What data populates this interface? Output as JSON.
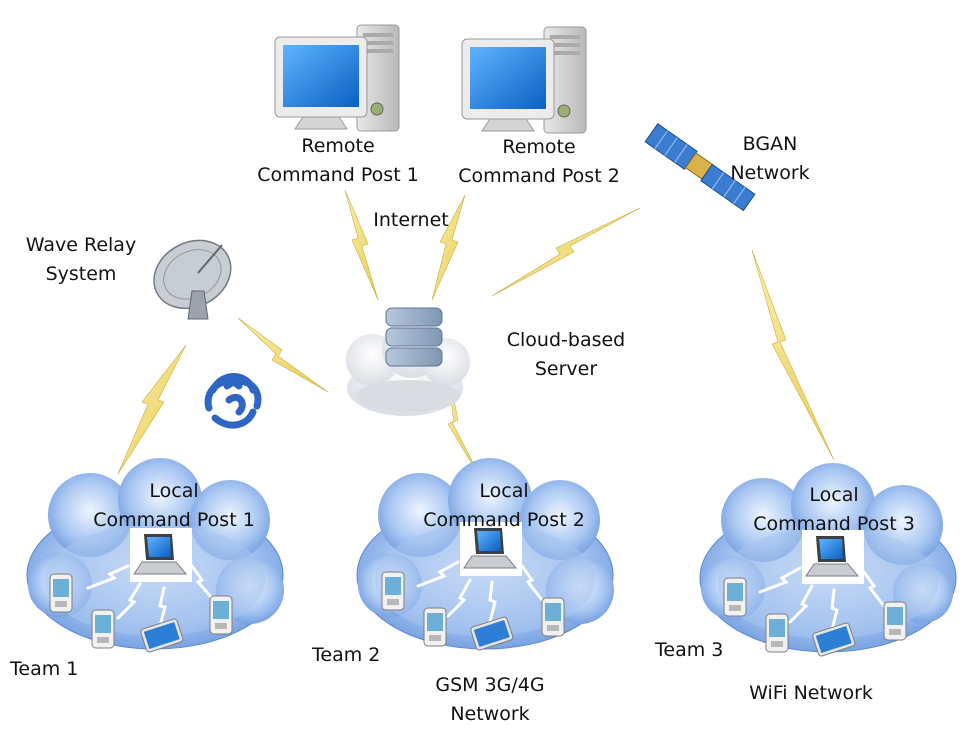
{
  "nodes": {
    "remote_cp1": {
      "line1": "Remote",
      "line2": "Command Post 1"
    },
    "remote_cp2": {
      "line1": "Remote",
      "line2": "Command Post 2"
    },
    "bgan": {
      "line1": "BGAN",
      "line2": "Network"
    },
    "internet": {
      "label": "Internet"
    },
    "wave_relay": {
      "line1": "Wave Relay",
      "line2": "System"
    },
    "cloud_server": {
      "line1": "Cloud-based",
      "line2": "Server"
    },
    "local_cp1": {
      "line1": "Local",
      "line2": "Command Post 1"
    },
    "local_cp2": {
      "line1": "Local",
      "line2": "Command Post 2"
    },
    "local_cp3": {
      "line1": "Local",
      "line2": "Command Post 3"
    }
  },
  "teams": {
    "team1": "Team 1",
    "team2": "Team 2",
    "team3": "Team 3"
  },
  "networks": {
    "gsm": {
      "line1": "GSM 3G/4G",
      "line2": "Network"
    },
    "wifi": "WiFi Network"
  },
  "colors": {
    "cloud_blue": "#7fa8e6",
    "lightning": "#f2dc68",
    "monitor_blue": "#1a7fd8",
    "satellite_blue": "#3a7cd0"
  }
}
